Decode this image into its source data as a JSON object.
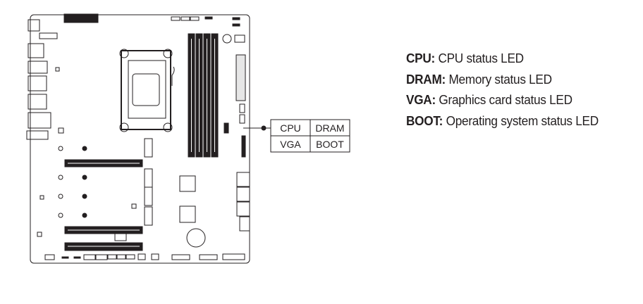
{
  "led_table": {
    "cells": [
      "CPU",
      "DRAM",
      "VGA",
      "BOOT"
    ]
  },
  "legend": [
    {
      "term": "CPU:",
      "description": "CPU status LED"
    },
    {
      "term": "DRAM:",
      "description": "Memory status LED"
    },
    {
      "term": "VGA:",
      "description": "Graphics card status LED"
    },
    {
      "term": "BOOT:",
      "description": "Operating system status LED"
    }
  ],
  "colors": {
    "ink": "#231f20",
    "background": "#ffffff"
  }
}
